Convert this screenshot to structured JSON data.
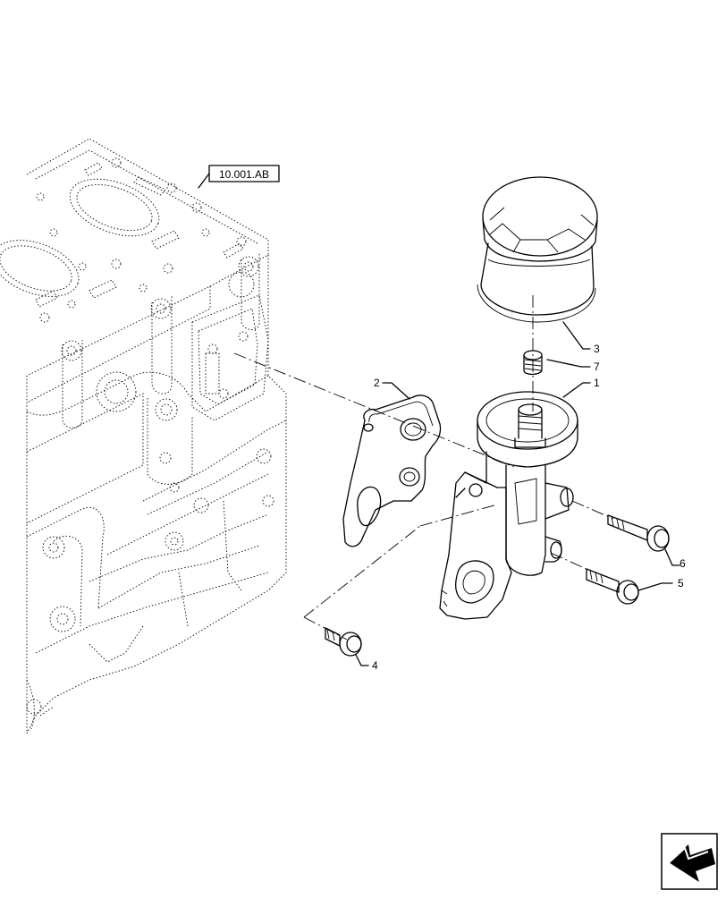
{
  "reference_box": {
    "label": "10.001.AB"
  },
  "callouts": [
    {
      "id": "1",
      "label": "1",
      "part": "oil-filter-head"
    },
    {
      "id": "2",
      "label": "2",
      "part": "gasket"
    },
    {
      "id": "3",
      "label": "3",
      "part": "oil-filter-cartridge"
    },
    {
      "id": "4",
      "label": "4",
      "part": "bolt"
    },
    {
      "id": "5",
      "label": "5",
      "part": "bolt"
    },
    {
      "id": "6",
      "label": "6",
      "part": "bolt"
    },
    {
      "id": "7",
      "label": "7",
      "part": "threaded-nipple"
    }
  ],
  "nav_icon": {
    "name": "next-page-arrow-icon"
  }
}
